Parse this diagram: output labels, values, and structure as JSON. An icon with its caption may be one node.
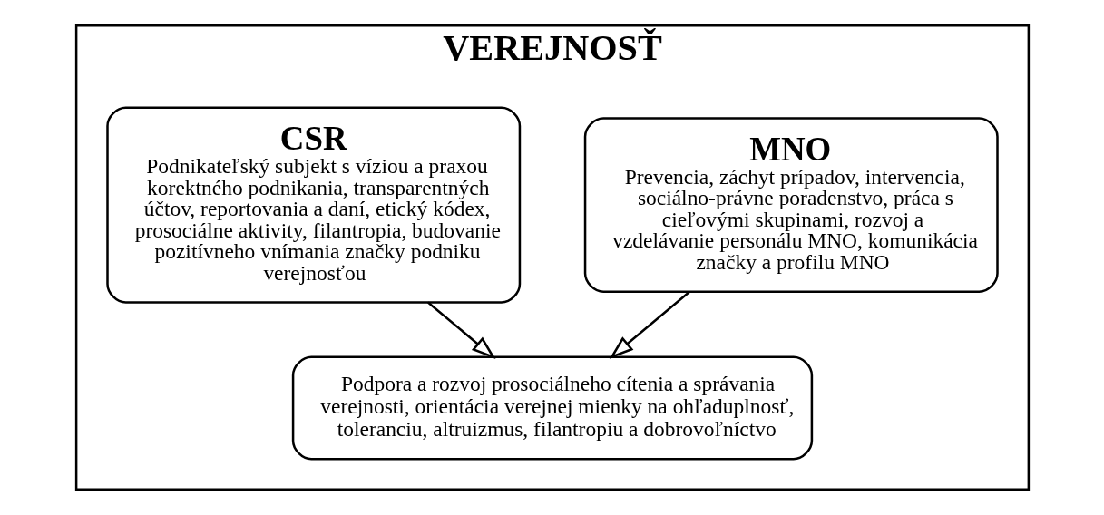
{
  "diagram": {
    "nodes": [
      {
        "text": [
          "VEREJNOSŤ"
        ]
      },
      {
        "text": [
          "CSR",
          "Podnikateľský subjekt s víziou a praxou korektného podnikania, transparentných účtov, reportovania a daní, etický kódex, prosociálne aktivity, filantropia, budovanie pozitívneho vnímania značky podniku verejnosťou"
        ],
        "in": 0
      },
      {
        "text": [
          "MNO",
          "Prevencia, záchyt prípadov, intervencia, sociálno-právne poradenstvo, práca s cieľovými skupinami, rozvoj a vzdelávanie personálu MNO, komunikácia značky a profilu MNO"
        ],
        "in": 0
      },
      {
        "text": [
          "Podpora a rozvoj prosociálneho cítenia a správania verejnosti, orientácia verejnej mienky na ohľaduplnosť, toleranciu, altruizmus, filantropiu a dobrovoľníctvo"
        ],
        "in": 0
      }
    ],
    "edges": [
      {
        "from": 1,
        "to": 3,
        "arrow": "to"
      },
      {
        "from": 2,
        "to": 3,
        "arrow": "to"
      }
    ]
  }
}
